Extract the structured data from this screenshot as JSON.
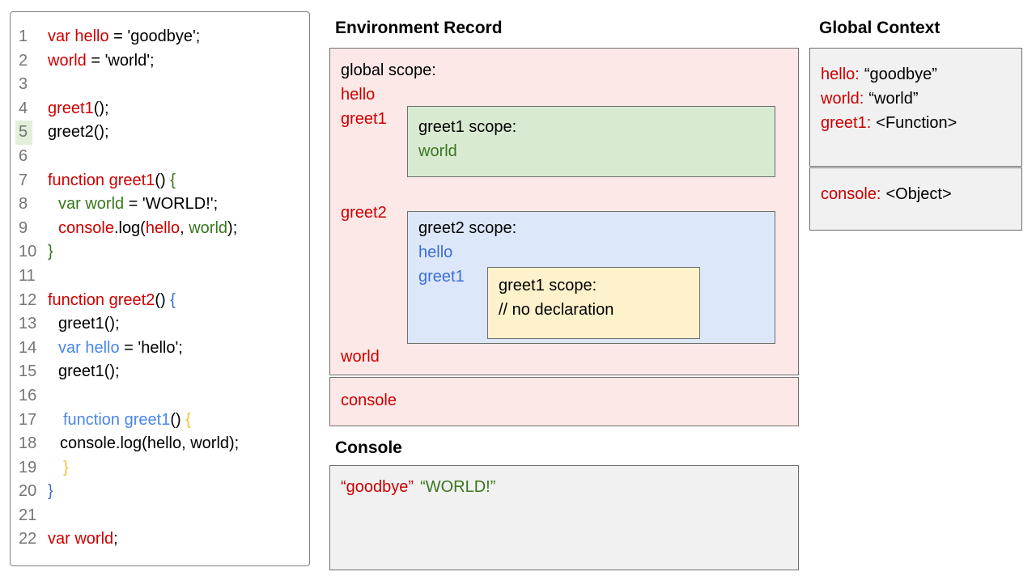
{
  "titles": {
    "environment_record": "Environment Record",
    "console": "Console",
    "global_context": "Global Context"
  },
  "colors": {
    "keyword_red": "#cc0000",
    "scope_green": "#38761d",
    "scope_blue_light": "#4a86e8",
    "scope_blue_dark": "#3c6fd6",
    "scope_yellow": "#f1c232",
    "global_scope_fill": "#fce8e6",
    "greet1_scope_fill": "#d9ead3",
    "greet2_scope_fill": "#dce7fa",
    "nested_greet1_scope_fill": "#fdf2cc",
    "panel_gray_fill": "#f1f1f1",
    "line_number_gray": "#757575",
    "current_line_highlight": "#e2efda",
    "box_border_gray": "#6e6e6e"
  },
  "code": {
    "lines": [
      {
        "n": 1,
        "ind": 0,
        "seg": [
          {
            "t": "var hello",
            "c": "red"
          },
          {
            "t": " = 'goodbye';",
            "c": "black"
          }
        ]
      },
      {
        "n": 2,
        "ind": 0,
        "seg": [
          {
            "t": "world",
            "c": "red"
          },
          {
            "t": " = 'world';",
            "c": "black"
          }
        ]
      },
      {
        "n": 3,
        "ind": 0,
        "seg": []
      },
      {
        "n": 4,
        "ind": 0,
        "seg": [
          {
            "t": "greet1",
            "c": "red"
          },
          {
            "t": "();",
            "c": "black"
          }
        ]
      },
      {
        "n": 5,
        "ind": 0,
        "highlight": true,
        "seg": [
          {
            "t": "greet2();",
            "c": "black"
          }
        ]
      },
      {
        "n": 6,
        "ind": 0,
        "seg": []
      },
      {
        "n": 7,
        "ind": 0,
        "seg": [
          {
            "t": "function greet1",
            "c": "red"
          },
          {
            "t": "() ",
            "c": "black"
          },
          {
            "t": "{",
            "c": "green"
          }
        ]
      },
      {
        "n": 8,
        "ind": 1,
        "seg": [
          {
            "t": "var world",
            "c": "green"
          },
          {
            "t": " = 'WORLD!';",
            "c": "black"
          }
        ]
      },
      {
        "n": 9,
        "ind": 1,
        "seg": [
          {
            "t": "console",
            "c": "red"
          },
          {
            "t": ".log(",
            "c": "black"
          },
          {
            "t": "hello",
            "c": "red"
          },
          {
            "t": ", ",
            "c": "black"
          },
          {
            "t": "world",
            "c": "green"
          },
          {
            "t": ");",
            "c": "black"
          }
        ]
      },
      {
        "n": 10,
        "ind": 0,
        "seg": [
          {
            "t": "}",
            "c": "green"
          }
        ]
      },
      {
        "n": 11,
        "ind": 0,
        "seg": []
      },
      {
        "n": 12,
        "ind": 0,
        "seg": [
          {
            "t": "function greet2",
            "c": "red"
          },
          {
            "t": "() ",
            "c": "black"
          },
          {
            "t": "{",
            "c": "blue2"
          }
        ]
      },
      {
        "n": 13,
        "ind": 1,
        "seg": [
          {
            "t": "greet1();",
            "c": "black"
          }
        ]
      },
      {
        "n": 14,
        "ind": 1,
        "seg": [
          {
            "t": "var hello",
            "c": "blue"
          },
          {
            "t": " = 'hello';",
            "c": "black"
          }
        ]
      },
      {
        "n": 15,
        "ind": 1,
        "seg": [
          {
            "t": "greet1();",
            "c": "black"
          }
        ]
      },
      {
        "n": 16,
        "ind": 0,
        "seg": []
      },
      {
        "n": 17,
        "ind": 2,
        "seg": [
          {
            "t": "function greet1",
            "c": "blue"
          },
          {
            "t": "() ",
            "c": "black"
          },
          {
            "t": "{",
            "c": "yellow"
          }
        ]
      },
      {
        "n": 18,
        "ind": 1.5,
        "seg": [
          {
            "t": "console.log(hello, world);",
            "c": "black"
          }
        ]
      },
      {
        "n": 19,
        "ind": 2,
        "seg": [
          {
            "t": "}",
            "c": "yellow"
          }
        ]
      },
      {
        "n": 20,
        "ind": 0,
        "seg": [
          {
            "t": "}",
            "c": "blue2"
          }
        ]
      },
      {
        "n": 21,
        "ind": 0,
        "seg": []
      },
      {
        "n": 22,
        "ind": 0,
        "seg": [
          {
            "t": "var world",
            "c": "red"
          },
          {
            "t": ";",
            "c": "black"
          }
        ]
      }
    ]
  },
  "environment": {
    "global_scope": {
      "label": "global scope:",
      "hello": "hello",
      "greet1": "greet1",
      "greet2": "greet2",
      "world": "world"
    },
    "greet1_scope": {
      "label": "greet1 scope:",
      "world": "world"
    },
    "greet2_scope": {
      "label": "greet2 scope:",
      "hello": "hello",
      "greet1": "greet1"
    },
    "nested_greet1_scope": {
      "label": "greet1 scope:",
      "comment": "// no declaration"
    },
    "console_record": {
      "label": "console"
    }
  },
  "console": {
    "entries": [
      {
        "text": "“goodbye”",
        "color": "red"
      },
      {
        "text": "“WORLD!”",
        "color": "green"
      }
    ]
  },
  "global_context": {
    "records": [
      {
        "name": "hello:",
        "value": "“goodbye”"
      },
      {
        "name": "world:",
        "value": "“world”"
      },
      {
        "name": "greet1:",
        "value": "<Function>"
      }
    ],
    "console_record": {
      "name": "console:",
      "value": "<Object>"
    }
  }
}
